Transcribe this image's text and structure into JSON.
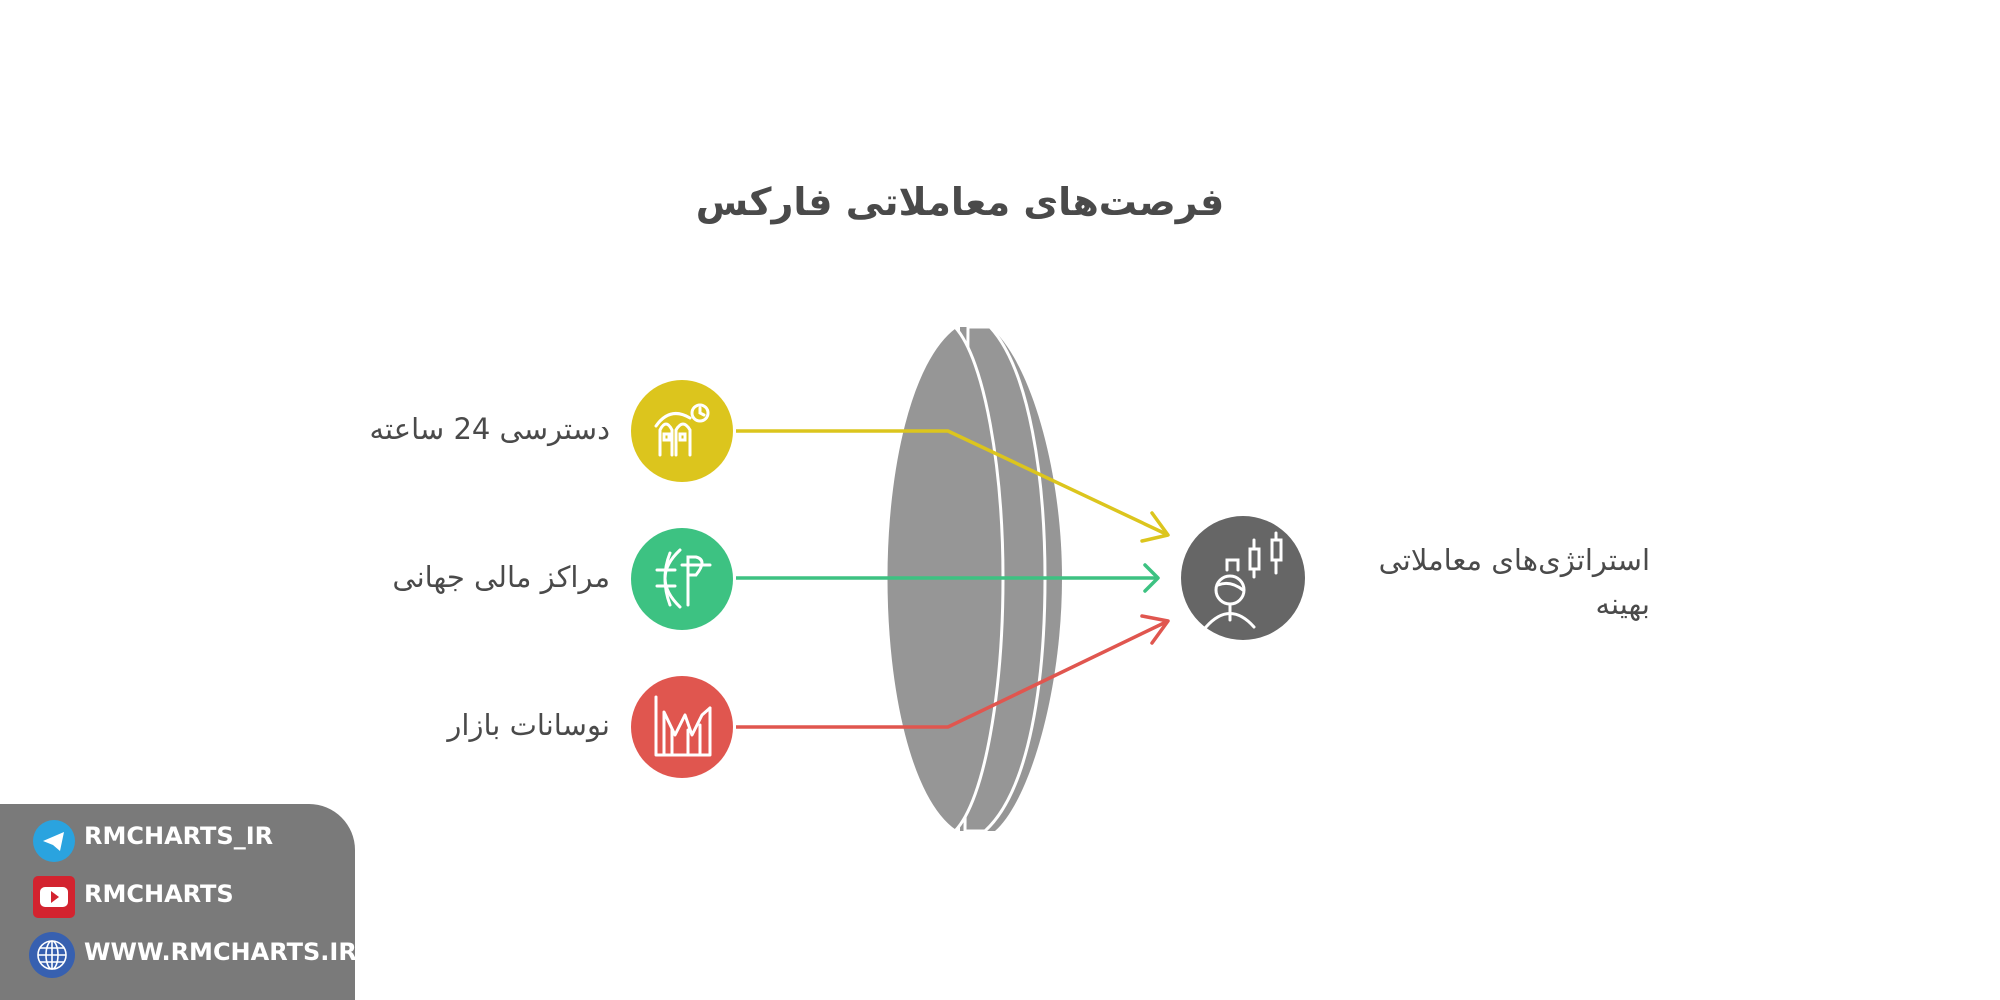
{
  "title": "فرصت‌های معاملاتی فارکس",
  "inputs": [
    {
      "label": "دسترسی 24 ساعته",
      "icon": "people-clock-icon",
      "color": "#DCC51D"
    },
    {
      "label": "مراکز مالی جهانی",
      "icon": "globe-currency-icon",
      "color": "#3DC282"
    },
    {
      "label": "نوسانات بازار",
      "icon": "volatility-chart-icon",
      "color": "#E0564F"
    }
  ],
  "lens": {
    "color": "#969696"
  },
  "output": {
    "label_line1": "استراتژی‌های معاملاتی",
    "label_line2": "بهینه",
    "icon": "trader-candlestick-icon",
    "color": "#666666"
  },
  "social": {
    "telegram": "RMCHARTS_IR",
    "youtube": "RMCHARTS",
    "website": "WWW.RMCHARTS.IR",
    "telegram_color": "#2AA3DF",
    "youtube_color": "#D3232F",
    "website_color": "#3760B0"
  }
}
